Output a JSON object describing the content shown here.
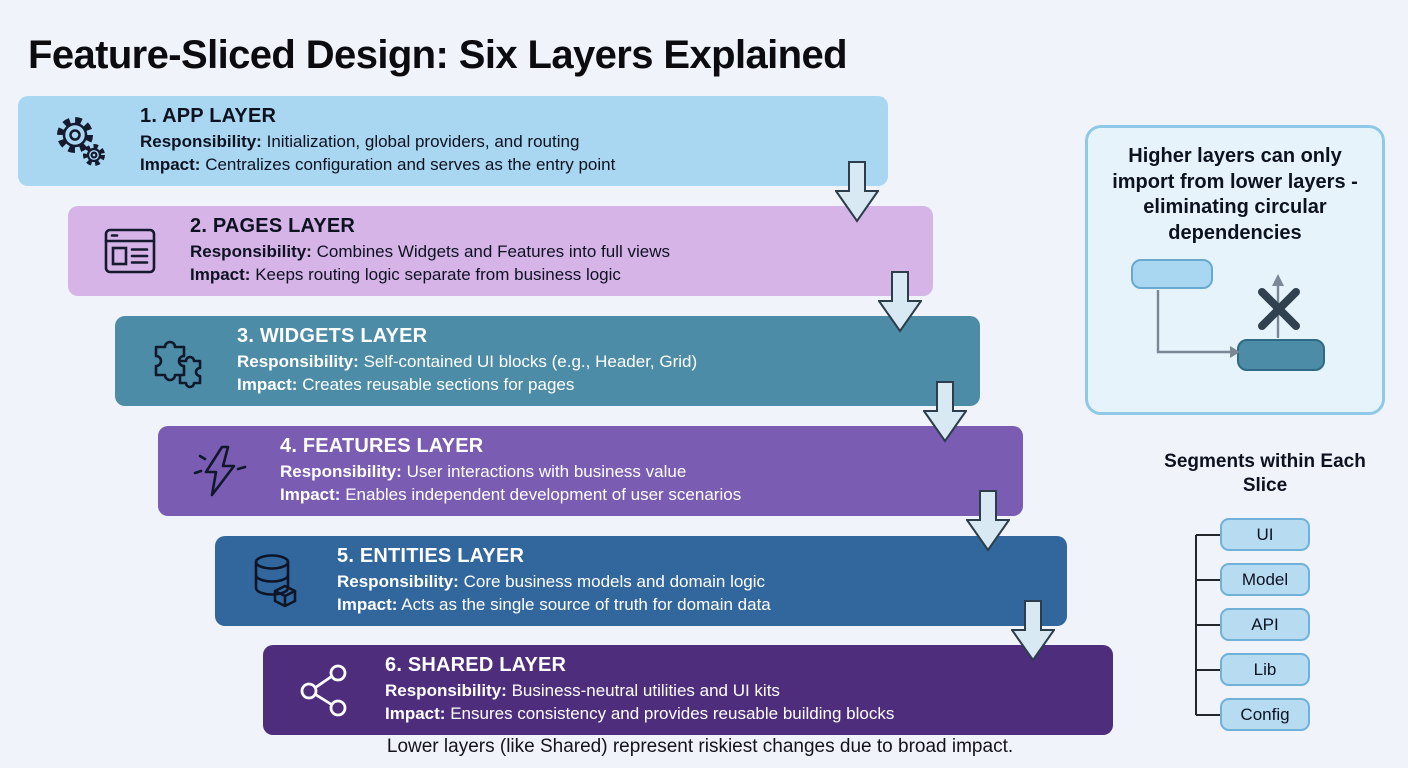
{
  "title": "Feature-Sliced Design: Six Layers Explained",
  "labels": {
    "responsibility": "Responsibility:",
    "impact": "Impact:"
  },
  "layers": [
    {
      "title": "1. APP LAYER",
      "responsibility": "Initialization, global providers, and routing",
      "impact": "Centralizes configuration and serves as the entry point",
      "icon": "gear-icon",
      "color": "#a9d7f2"
    },
    {
      "title": "2. PAGES LAYER",
      "responsibility": "Combines Widgets and Features into full views",
      "impact": "Keeps routing logic separate from business logic",
      "icon": "browser-window-icon",
      "color": "#d6b4e8"
    },
    {
      "title": "3. WIDGETS LAYER",
      "responsibility": "Self-contained UI blocks (e.g., Header, Grid)",
      "impact": "Creates reusable sections for pages",
      "icon": "puzzle-icon",
      "color": "#4d8ca6"
    },
    {
      "title": "4. FEATURES LAYER",
      "responsibility": "User interactions with business value",
      "impact": "Enables independent development of user scenarios",
      "icon": "lightning-icon",
      "color": "#7a5cb2"
    },
    {
      "title": "5. ENTITIES LAYER",
      "responsibility": "Core business models and domain logic",
      "impact": "Acts as the single source of truth for domain data",
      "icon": "database-icon",
      "color": "#32679e"
    },
    {
      "title": "6. SHARED LAYER",
      "responsibility": "Business-neutral utilities and UI kits",
      "impact": "Ensures consistency and provides reusable building blocks",
      "icon": "share-nodes-icon",
      "color": "#4e2d7c"
    }
  ],
  "callout": {
    "text": "Higher layers can only import from lower layers - eliminating circular dependencies"
  },
  "segments": {
    "title": "Segments within Each Slice",
    "items": [
      "UI",
      "Model",
      "API",
      "Lib",
      "Config"
    ]
  },
  "footer": "Lower layers (like Shared) represent riskiest changes due to broad impact.",
  "colors": {
    "background": "#f0f3fa",
    "layer_app": "#a9d7f2",
    "layer_pages": "#d6b4e8",
    "layer_widgets": "#4d8ca6",
    "layer_features": "#7a5cb2",
    "layer_entities": "#32679e",
    "layer_shared": "#4e2d7c",
    "callout_bg": "#e7f3fb",
    "callout_border": "#90c8e8",
    "chip_bg": "#b7dcf2",
    "chip_border": "#6fb1d8",
    "arrow_fill": "#d9e9f3",
    "arrow_stroke": "#2c3e4c"
  }
}
